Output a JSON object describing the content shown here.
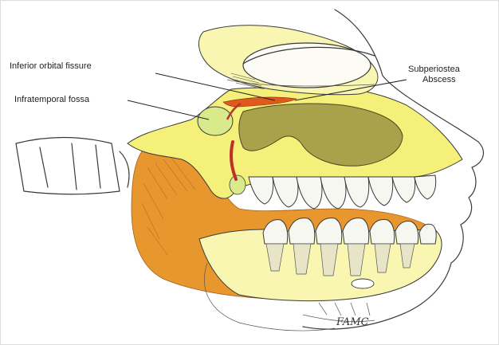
{
  "diagram": {
    "labels": {
      "inferior_orbital_fissure": "Inferior orbital fissure",
      "infratemporal_fossa": "Infratemporal fossa",
      "subperiosteal_line1": "Subperiostea",
      "subperiosteal_line2": "Abscess"
    },
    "signature": "FAMC",
    "colors": {
      "bone_yellow": "#f4f07a",
      "pale_yellow": "#f8f6b0",
      "muscle_orange": "#e8962e",
      "sinus_olive": "#a9a24a",
      "fossa_green": "#d8ea8c",
      "pathway_red": "#c0302a",
      "tooth_white": "#f7f7f2"
    }
  }
}
